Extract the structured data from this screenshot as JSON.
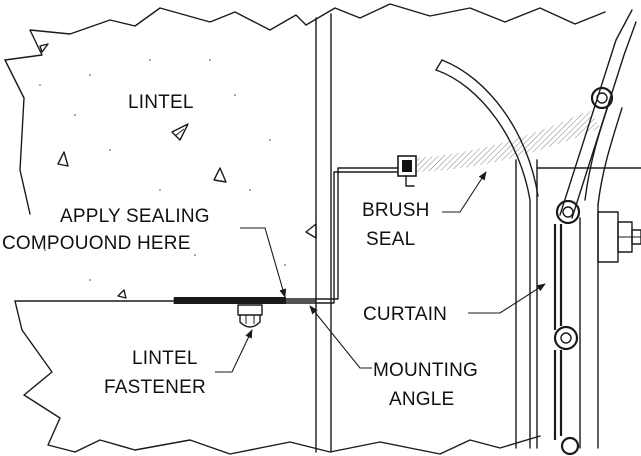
{
  "labels": {
    "lintel": "LINTEL",
    "sealing_line1": "APPLY  SEALING",
    "sealing_line2": "COMPOUOND HERE",
    "brush_line1": "BRUSH",
    "brush_line2": "SEAL",
    "curtain": "CURTAIN",
    "fastener_line1": "LINTEL",
    "fastener_line2": "FASTENER",
    "angle_line1": "MOUNTING",
    "angle_line2": "ANGLE"
  },
  "colors": {
    "line": "#1a1a1a",
    "background": "#ffffff",
    "seal": "#111111"
  }
}
